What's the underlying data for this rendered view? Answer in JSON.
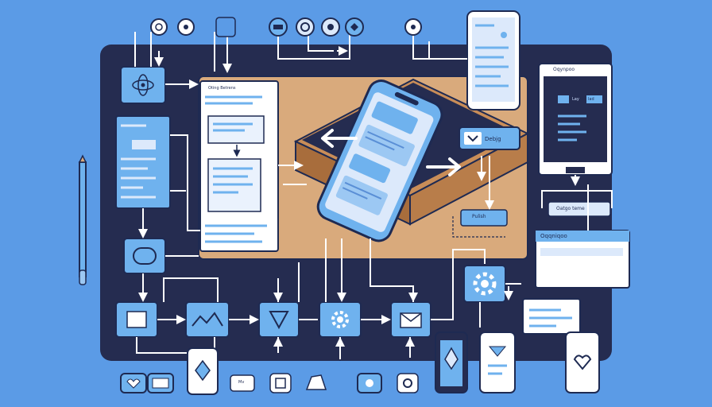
{
  "labels": {
    "doc_header": "Oting Betrens",
    "debug_badge": "Debjg",
    "publish_badge": "Pulish",
    "side_window_title": "Oqynpoo",
    "side_window_btn": "Lay",
    "side_window_btn2": "lad",
    "side_badge": "Oatgo teme",
    "side_bar_title": "Oqqniqoo",
    "small_chip": "Mv"
  },
  "colors": {
    "background": "#5b9be6",
    "board": "#252c50",
    "accent": "#6fb2ee",
    "outline": "#1e2a52",
    "tan": "#d9aa7c"
  }
}
